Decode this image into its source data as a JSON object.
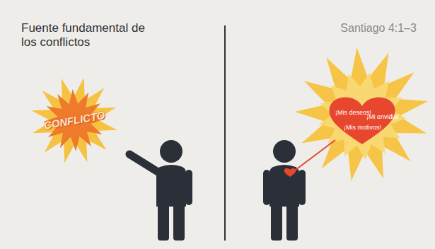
{
  "diagram": {
    "title": "Fuente fundamental de los conflictos",
    "nodes": [
      {
        "text": [
          "CONFLICTO"
        ]
      },
      {
        "text": [
          "¡Mis deseos!",
          "¡Mi envidia!",
          "¡Mis motivos!"
        ]
      }
    ],
    "labels": [
      "Santiago 4:1–3"
    ]
  }
}
